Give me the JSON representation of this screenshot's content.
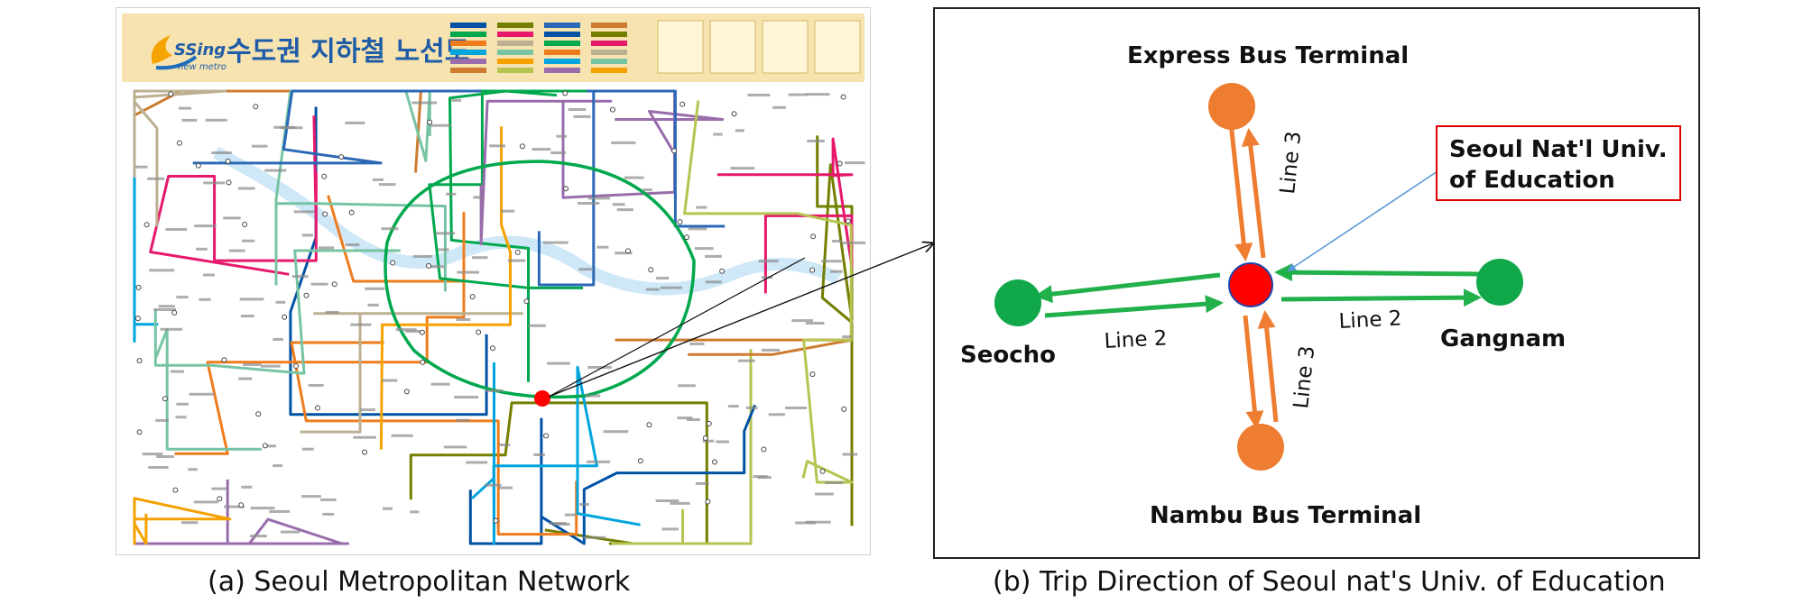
{
  "panel_a": {
    "map_title": "수도권 지하철 노선도",
    "logo_brand": "SSing",
    "logo_sub": "new metro",
    "caption": "(a) Seoul Metropolitan Network",
    "highlight_color": "#ff0000",
    "line_colors": [
      "#0052a4",
      "#00a84d",
      "#ef7c1c",
      "#00a5de",
      "#996cac",
      "#cd7c2f",
      "#747f00",
      "#e6186c",
      "#bdb092",
      "#77c4a3",
      "#f5a200",
      "#b7c452",
      "#2b68b5"
    ]
  },
  "panel_b": {
    "caption": "(b) Trip Direction of Seoul nat's Univ. of Education",
    "center_label_line1": "Seoul Nat'l Univ.",
    "center_label_line2": "of Education",
    "stations": {
      "top": "Express Bus Terminal",
      "bottom": "Nambu Bus Terminal",
      "left": "Seocho",
      "right": "Gangnam"
    },
    "line_labels": {
      "top": "Line 3",
      "bottom": "Line 3",
      "left": "Line 2",
      "right": "Line 2"
    },
    "colors": {
      "center": "#ff0000",
      "line2": "#22b04a",
      "line3": "#ee7d31",
      "label_box_border": "#dd0000",
      "pointer": "#5b9bd5"
    }
  }
}
